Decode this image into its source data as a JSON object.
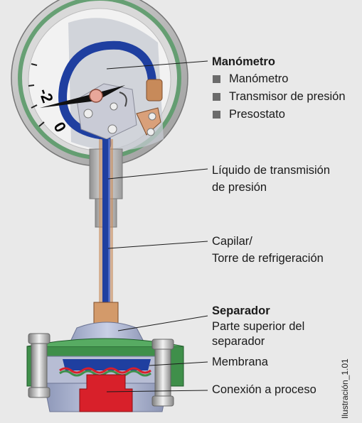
{
  "gauge": {
    "title": "Manómetro",
    "items": [
      "Manómetro",
      "Transmisor de presión",
      "Presostato"
    ],
    "dial_numbers": [
      "-2",
      "0"
    ]
  },
  "labels": {
    "liquid_line1": "Líquido de transmisión",
    "liquid_line2": "de presión",
    "capillary_line1": "Capilar/",
    "capillary_line2": "Torre de refrigeración",
    "separator_title": "Separador",
    "separator_sub1": "Parte superior del",
    "separator_sub2": "separador",
    "membrane": "Membrana",
    "process_connection": "Conexión a proceso"
  },
  "figure_id": "Ilustración_1.01",
  "colors": {
    "background": "#e9e9e9",
    "bullet": "#6b6b6b",
    "blue_fluid": "#1f3fa0",
    "process_red": "#d8202a",
    "green_flange": "#3f8f4a",
    "copper": "#c78a5a"
  }
}
